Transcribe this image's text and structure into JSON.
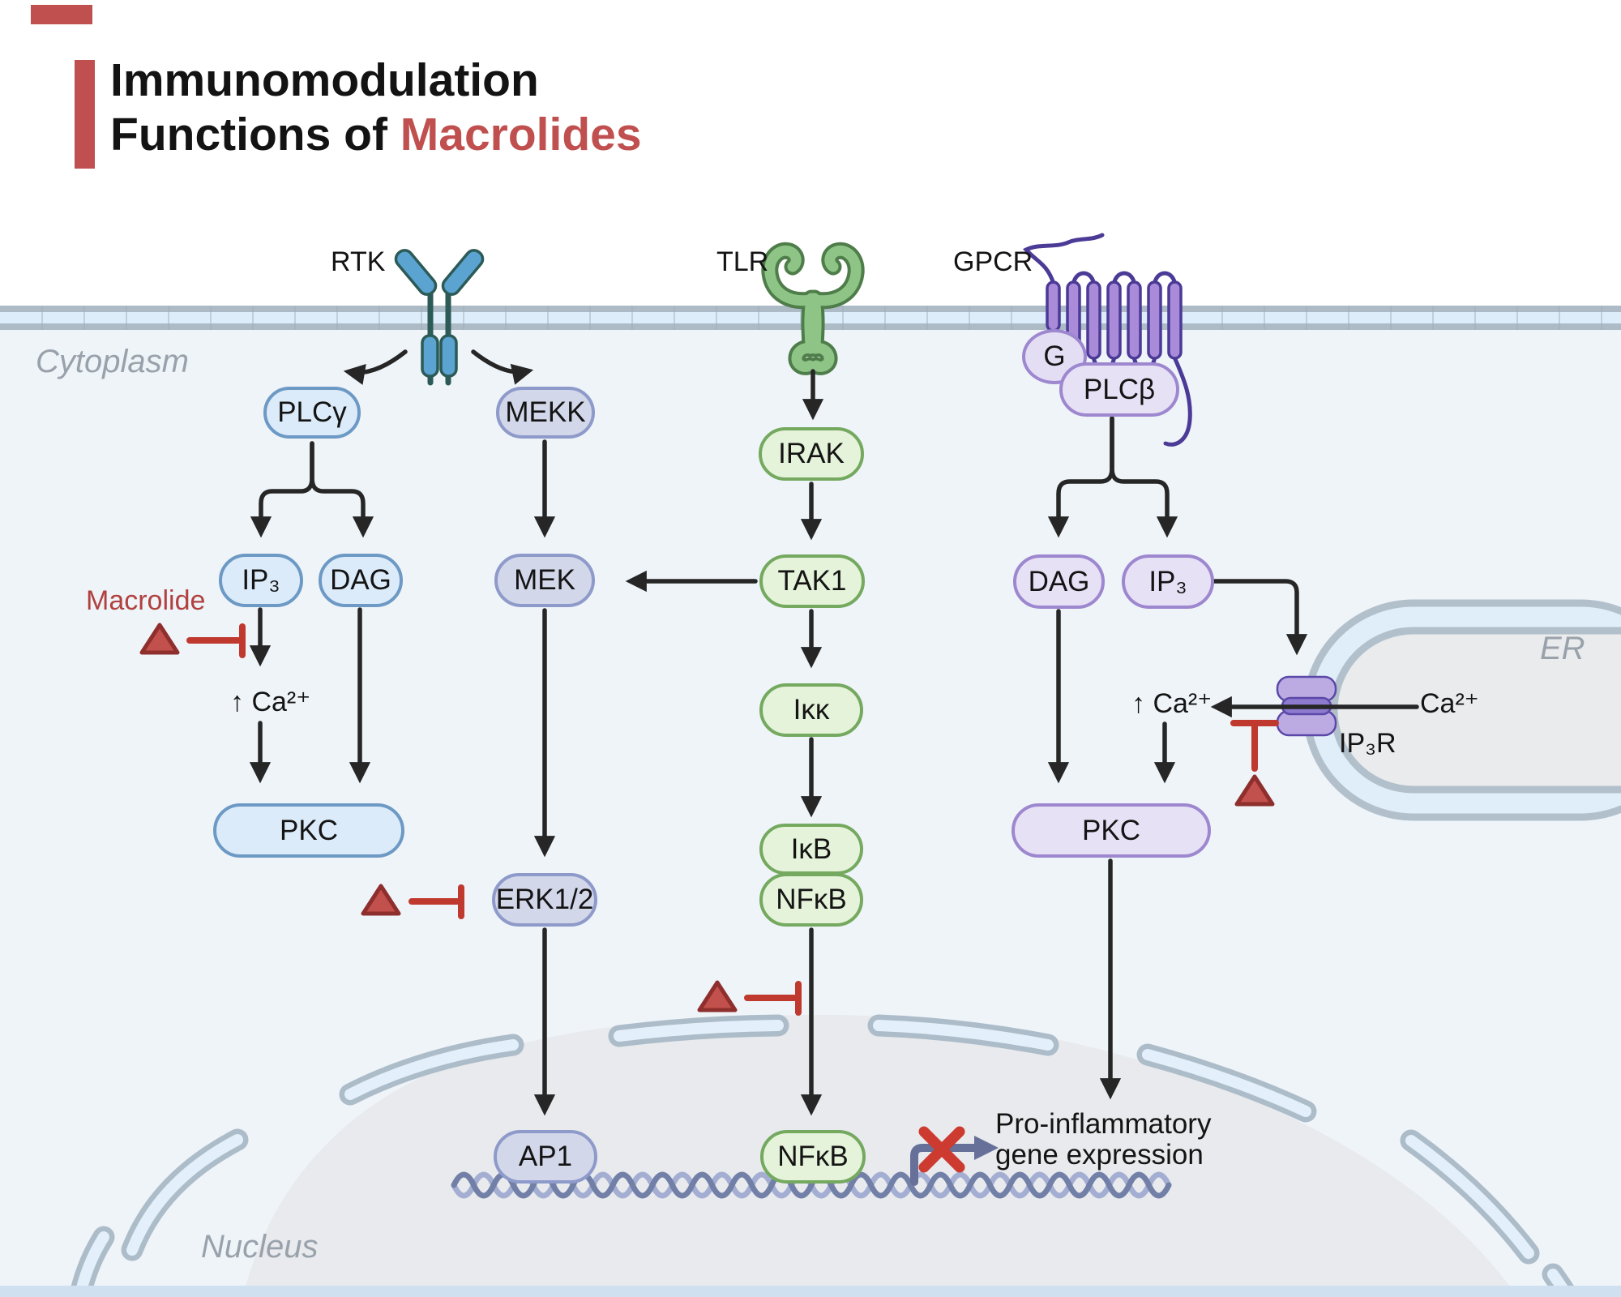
{
  "title": {
    "line1": "Immunomodulation",
    "line2_prefix": "Functions of ",
    "line2_highlight": "Macrolides"
  },
  "region_labels": {
    "cytoplasm": "Cytoplasm",
    "nucleus": "Nucleus",
    "er": "ER"
  },
  "receptor_labels": {
    "rtk": "RTK",
    "tlr": "TLR",
    "gpcr": "GPCR"
  },
  "nodes": {
    "plcy": "PLCγ",
    "mekk": "MEKK",
    "ip3_left": "IP₃",
    "dag_left": "DAG",
    "mek": "MEK",
    "erk": "ERK1/2",
    "ap1": "AP1",
    "pkc_left": "PKC",
    "irak": "IRAK",
    "tak1": "TAK1",
    "ikk": "Iκκ",
    "ikb": "IκB",
    "nfkb": "NFκB",
    "nfkb_nucleus": "NFκB",
    "g_protein": "G",
    "plcb": "PLCβ",
    "dag_right": "DAG",
    "ip3_right": "IP₃",
    "pkc_right": "PKC"
  },
  "annotations": {
    "macrolide": "Macrolide",
    "ca_increase_left": "↑ Ca²⁺",
    "ca_increase_right": "↑ Ca²⁺",
    "ca_er": "Ca²⁺",
    "ip3r": "IP₃R",
    "gene_line1": "Pro-inflammatory",
    "gene_line2": "gene expression"
  },
  "colors": {
    "accent_red": "#c0504f",
    "inhibitor_red": "#c0392f",
    "triangle_fill": "#c2504c",
    "node_blue_bg": "#dcebf9",
    "node_blue_border": "#6d99c5",
    "node_slate_bg": "#d3d7ea",
    "node_slate_border": "#8e9ac9",
    "node_green_bg": "#e5f3da",
    "node_green_border": "#74a95f",
    "node_purple_bg": "#e7e1f6",
    "node_purple_border": "#9d87cf",
    "membrane_band": "#adbbc7",
    "membrane_mid": "#ddedfa",
    "cytoplasm_bg": "#eff4f9",
    "nucleus_bg": "#e8eaed",
    "er_ring": "#dfeef9",
    "er_inner": "#e9ebed",
    "dna_dark": "#7280a8",
    "dna_light": "#a3aed2",
    "promoter": "#667099",
    "blocked_x": "#cc3a30"
  }
}
